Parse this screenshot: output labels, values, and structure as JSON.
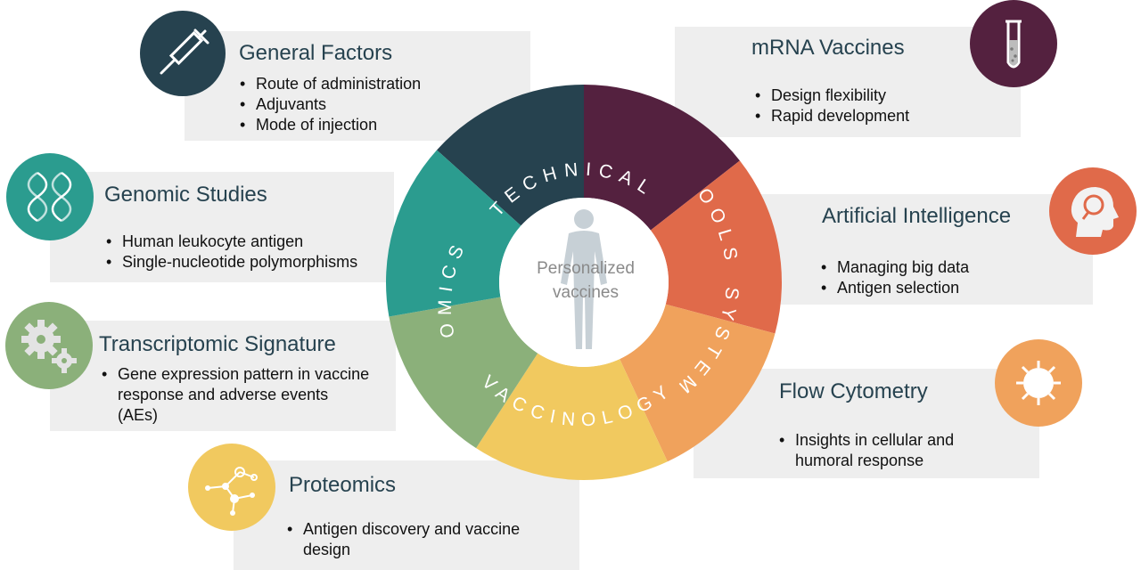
{
  "center": {
    "label_line1": "Personalized",
    "label_line2": "vaccines"
  },
  "ring_labels": {
    "technical_tools": "TECHNICAL TOOLS",
    "system_vaccinology": "SYSTEM VACCINOLOGY",
    "omics": "OMICS"
  },
  "colors": {
    "general_factors": "#26424f",
    "mrna": "#54213f",
    "ai": "#e06a4a",
    "flow": "#f0a25c",
    "proteomics": "#f1c95f",
    "transcriptomic": "#8bb07a",
    "genomic": "#2b9c8f",
    "box": "#eeeeee"
  },
  "cards": {
    "general_factors": {
      "icon": "syringe-icon",
      "title": "General Factors",
      "items": [
        "Route of administration",
        "Adjuvants",
        "Mode of injection"
      ]
    },
    "mrna_vaccines": {
      "icon": "test-tube-icon",
      "title": "mRNA Vaccines",
      "items": [
        "Design flexibility",
        "Rapid development"
      ]
    },
    "genomic_studies": {
      "icon": "dna-icon",
      "title": "Genomic Studies",
      "items": [
        "Human leukocyte antigen",
        "Single-nucleotide polymorphisms"
      ]
    },
    "artificial_intelligence": {
      "icon": "head-search-icon",
      "title": "Artificial Intelligence",
      "items": [
        "Managing big data",
        "Antigen selection"
      ]
    },
    "transcriptomic_signature": {
      "icon": "gears-icon",
      "title": "Transcriptomic Signature",
      "items": [
        "Gene expression pattern in vaccine",
        "response and adverse events",
        "(AEs)"
      ]
    },
    "flow_cytometry": {
      "icon": "cell-icon",
      "title": "Flow Cytometry",
      "items": [
        "Insights in cellular and",
        "humoral response"
      ]
    },
    "proteomics": {
      "icon": "network-icon",
      "title": "Proteomics",
      "items": [
        "Antigen discovery and vaccine",
        "design"
      ]
    }
  }
}
